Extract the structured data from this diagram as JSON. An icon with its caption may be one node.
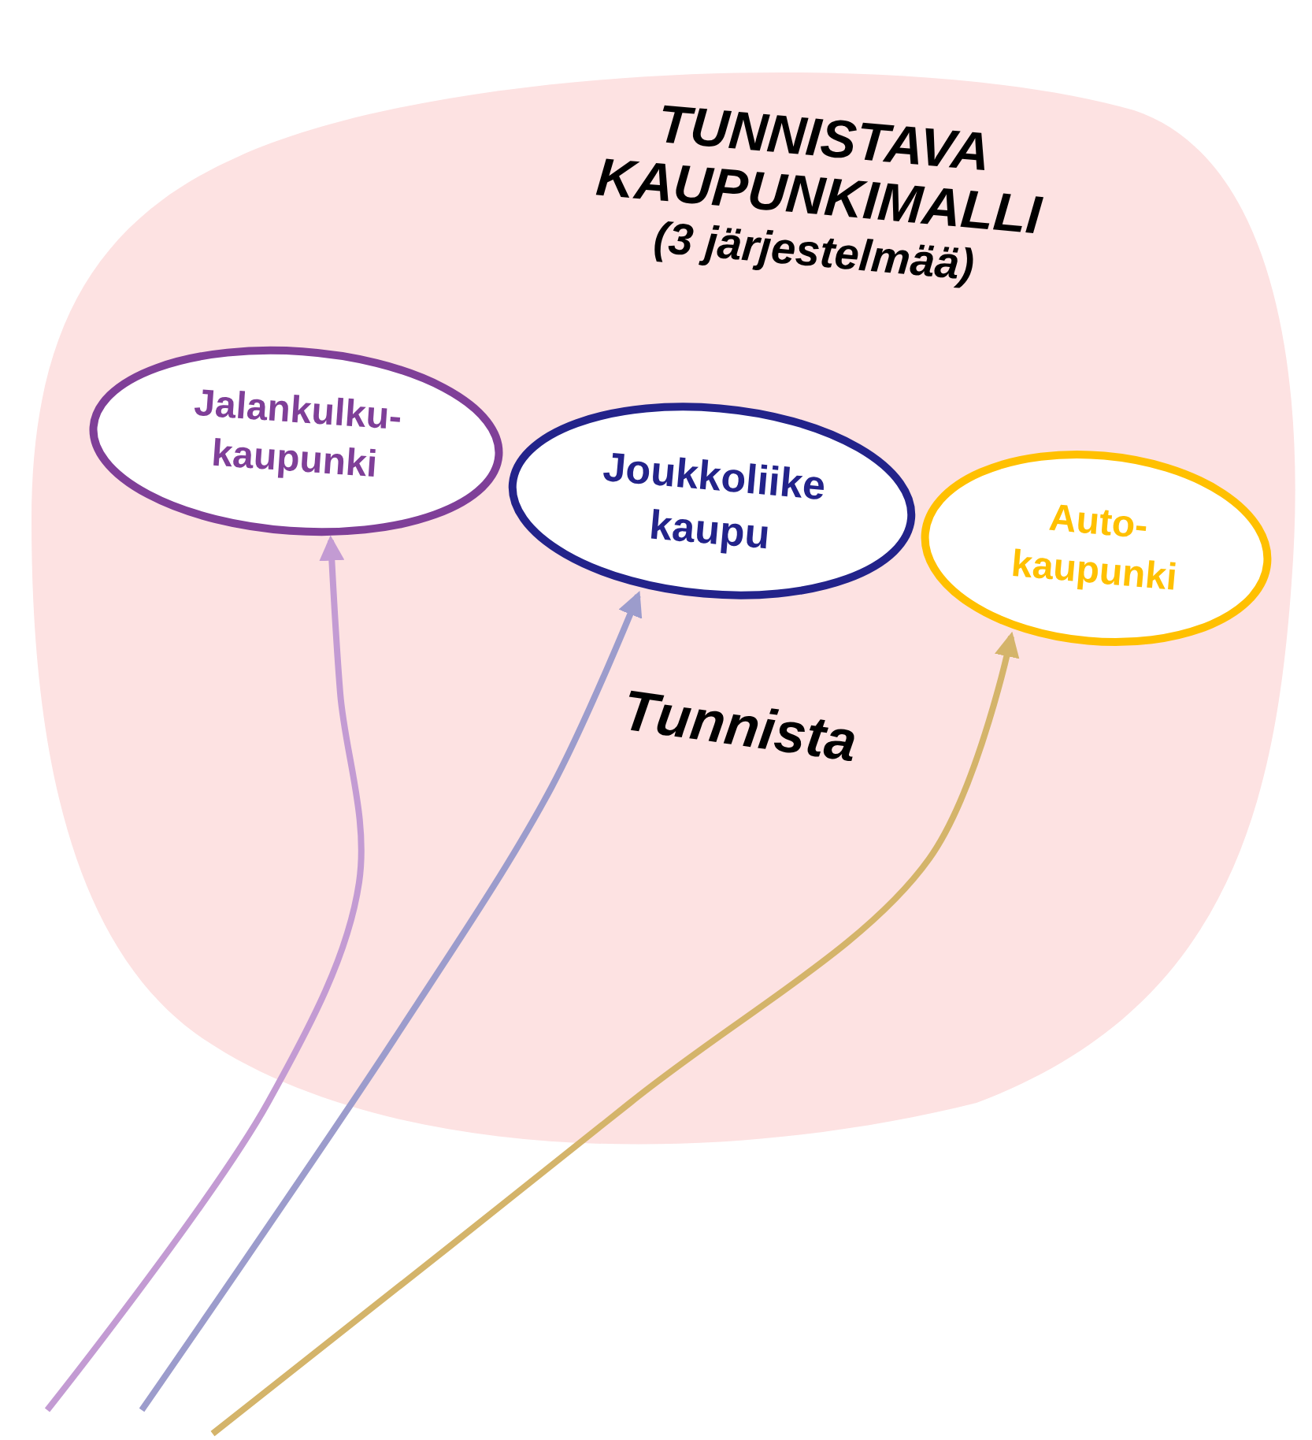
{
  "diagram": {
    "nodes": [
      {
        "text": [
          "TUNNISTAVA KAUPUNKIMALLI",
          "(3 järjestelmää)"
        ]
      },
      {
        "text": [
          "Jalankulku- kaupunki"
        ],
        "in": 0
      },
      {
        "text": [
          "Joukkoliike kaupu"
        ],
        "in": 0
      },
      {
        "text": [
          "Auto- kaupunki"
        ],
        "in": 0
      }
    ],
    "edges": [
      {
        "from": null,
        "to": 1,
        "arrow": "to",
        "color": "#c39bd3"
      },
      {
        "from": null,
        "to": 2,
        "arrow": "to",
        "color": "#9c9ccc"
      },
      {
        "from": null,
        "to": 3,
        "arrow": "to",
        "color": "#d4b46a"
      }
    ],
    "labels": [
      "Tunnista"
    ]
  }
}
